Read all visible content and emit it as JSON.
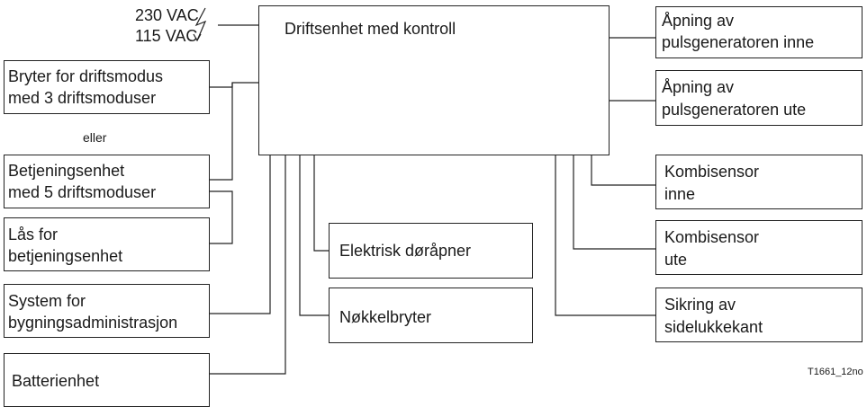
{
  "power": {
    "v230": "230 VAC",
    "v115": "115 VAC"
  },
  "central": {
    "label": "Driftsenhet med kontroll"
  },
  "left": {
    "mode_switch": [
      "Bryter for driftsmodus",
      "med 3 driftsmoduser"
    ],
    "or_text": "eller",
    "control_unit": [
      "Betjeningsenhet",
      "med 5 driftsmoduser"
    ],
    "lock": [
      "Lås for",
      "betjeningsenhet"
    ],
    "building_system": [
      "System for",
      "bygningsadministrasjon"
    ],
    "battery": "Batterienhet"
  },
  "bottom": {
    "door_opener": "Elektrisk døråpner",
    "key_switch": "Nøkkelbryter"
  },
  "right": {
    "pulse_inside": [
      "Åpning av",
      "pulsgeneratoren inne"
    ],
    "pulse_outside": [
      "Åpning av",
      "pulsgeneratoren ute"
    ],
    "combi_inside": [
      "Kombisensor",
      "inne"
    ],
    "combi_outside": [
      "Kombisensor",
      "ute"
    ],
    "side_edge": [
      "Sikring av",
      "sidelukkekant"
    ]
  },
  "figure_code": "T1661_12no",
  "icons": {
    "lightning": "lightning-bolt-icon"
  }
}
